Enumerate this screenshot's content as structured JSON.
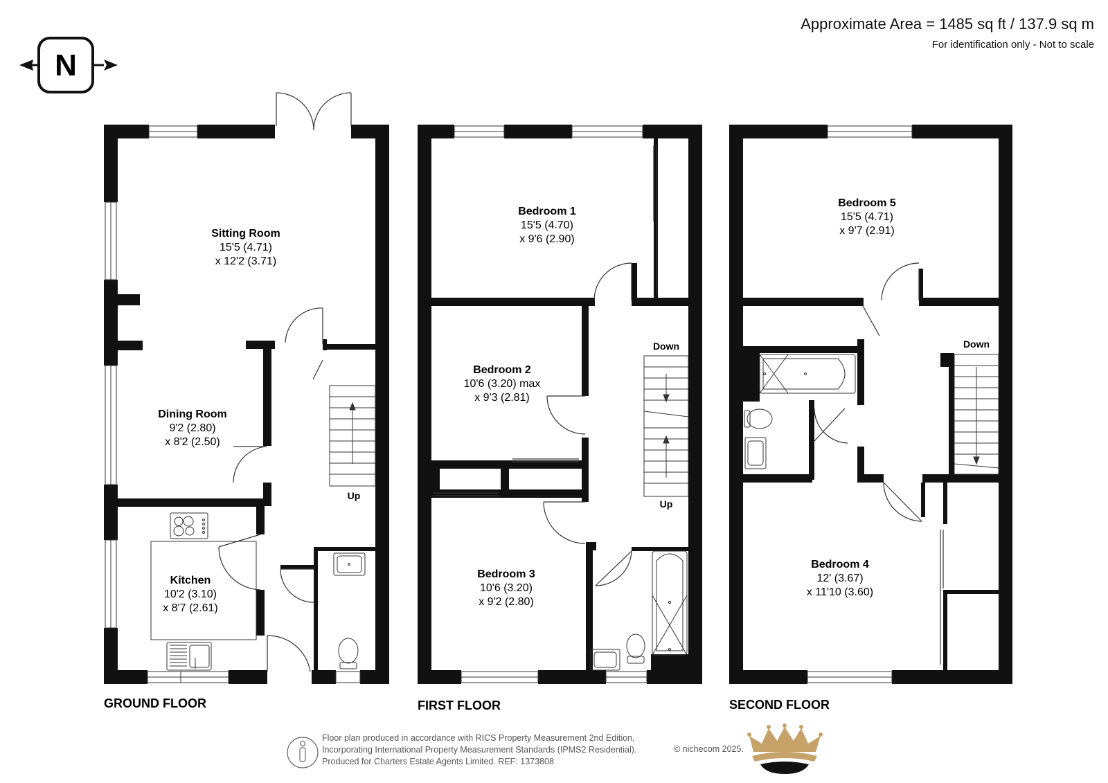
{
  "header": {
    "area": "Approximate Area = 1485 sq ft / 137.9 sq m",
    "note": "For identification only - Not to scale"
  },
  "compass": {
    "letter": "N",
    "icon": "north-compass-icon"
  },
  "floors": {
    "ground": {
      "label": "GROUND FLOOR",
      "rooms": {
        "sitting": {
          "name": "Sitting Room",
          "dim1": "15'5 (4.71)",
          "dim2": "x 12'2 (3.71)"
        },
        "dining": {
          "name": "Dining Room",
          "dim1": "9'2 (2.80)",
          "dim2": "x 8'2 (2.50)"
        },
        "kitchen": {
          "name": "Kitchen",
          "dim1": "10'2 (3.10)",
          "dim2": "x 8'7 (2.61)"
        }
      },
      "stairs": "Up"
    },
    "first": {
      "label": "FIRST FLOOR",
      "rooms": {
        "bed1": {
          "name": "Bedroom 1",
          "dim1": "15'5 (4.70)",
          "dim2": "x 9'6 (2.90)"
        },
        "bed2": {
          "name": "Bedroom 2",
          "dim1": "10'6 (3.20) max",
          "dim2": "x 9'3 (2.81)"
        },
        "bed3": {
          "name": "Bedroom 3",
          "dim1": "10'6 (3.20)",
          "dim2": "x 9'2 (2.80)"
        }
      },
      "stairs_down": "Down",
      "stairs_up": "Up"
    },
    "second": {
      "label": "SECOND FLOOR",
      "rooms": {
        "bed5": {
          "name": "Bedroom 5",
          "dim1": "15'5 (4.71)",
          "dim2": "x 9'7 (2.91)"
        },
        "bed4": {
          "name": "Bedroom 4",
          "dim1": "12' (3.67)",
          "dim2": "x 11'10 (3.60)"
        }
      },
      "stairs_down": "Down"
    }
  },
  "footer": {
    "line1": "Floor plan produced in accordance with RICS Property Measurement 2nd Edition,",
    "line2": "Incorporating International Property Measurement Standards (IPMS2 Residential).",
    "line3": "Produced for Charters Estate Agents Limited.   REF: 1373808",
    "copyright": "© nichecom 2025.",
    "logo": "crown-logo-icon",
    "badge": "rics-person-icon"
  },
  "colors": {
    "wall": "#111111",
    "line": "#333333",
    "gold": "#c4a268",
    "footer_text": "#555555"
  }
}
